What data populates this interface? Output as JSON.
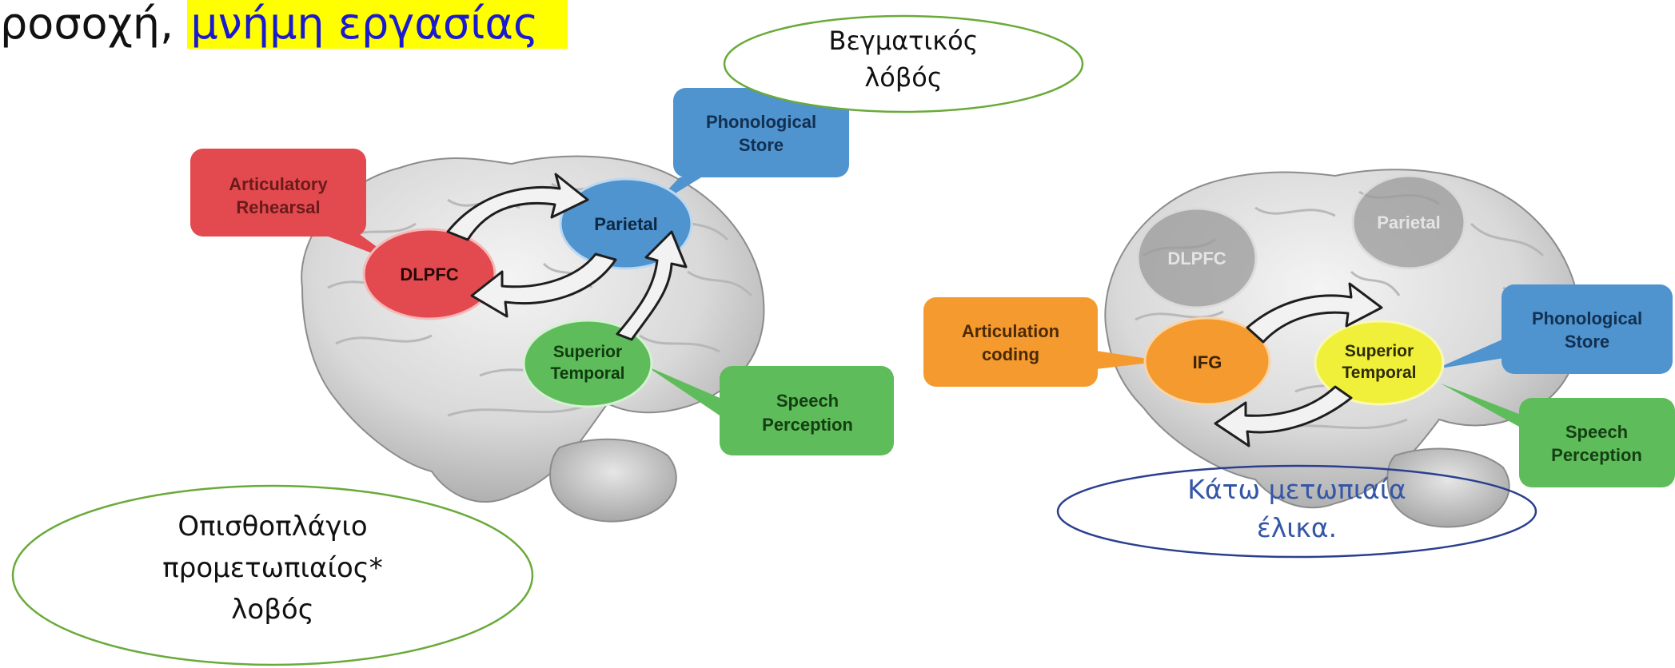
{
  "slide_title": {
    "prefix": "ροσοχή, ",
    "highlight": "μνήμη εργασίας"
  },
  "colors": {
    "red": "#e34a4f",
    "blue": "#4f93cf",
    "green": "#5ebc5a",
    "orange": "#f59a2e",
    "yellow": "#f0f03a",
    "grey": "#9a9a9a",
    "callout_green_border": "#6aaa3a",
    "callout_blue_border": "#2b3f8f",
    "callout_blue_text": "#3556a6",
    "highlight": "#ffff00"
  },
  "left_model": {
    "regions": {
      "dlpfc": "DLPFC",
      "parietal": "Parietal",
      "superior_temporal": [
        "Superior",
        "Temporal"
      ]
    },
    "callouts": {
      "articulatory_rehearsal": [
        "Articulatory",
        "Rehearsal"
      ],
      "phonological_store": [
        "Phonological",
        "Store"
      ],
      "speech_perception": [
        "Speech",
        "Perception"
      ]
    }
  },
  "right_model": {
    "regions": {
      "dlpfc": "DLPFC",
      "parietal": "Parietal",
      "ifg": "IFG",
      "superior_temporal": [
        "Superior",
        "Temporal"
      ]
    },
    "callouts": {
      "articulation_coding": [
        "Articulation",
        "coding"
      ],
      "phonological_store": [
        "Phonological",
        "Store"
      ],
      "speech_perception": [
        "Speech",
        "Perception"
      ]
    }
  },
  "annotations": {
    "parietal_lobe": [
      "Βεγματικός",
      "λόβός"
    ],
    "dorsolateral_prefrontal": [
      "Οπισθοπλάγιο",
      "προμετωπιαίος*",
      "λοβός"
    ],
    "inferior_frontal_gyrus": [
      "Κάτω μετωπιαία",
      "έλικα."
    ]
  }
}
